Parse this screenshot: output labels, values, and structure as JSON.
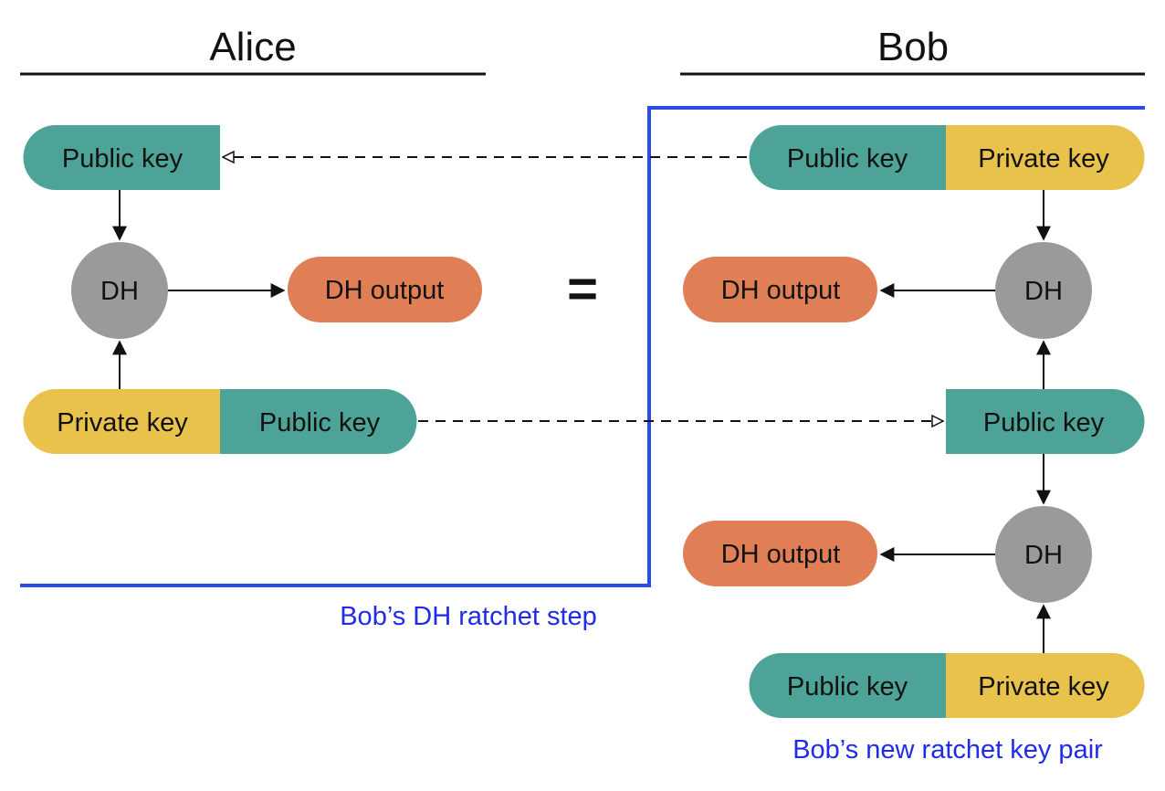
{
  "colors": {
    "public_key": "#4DA398",
    "private_key": "#E8C24B",
    "dh_output": "#E07F55",
    "dh_node": "#9A9A9A",
    "ratchet_border": "#2B4BE8",
    "caption": "#1F2BE6"
  },
  "alice": {
    "title": "Alice",
    "top_public_key": "Public key",
    "dh": "DH",
    "dh_output": "DH output",
    "bottom_private_key": "Private key",
    "bottom_public_key": "Public key"
  },
  "equals": "=",
  "bob": {
    "title": "Bob",
    "top_public_key": "Public key",
    "top_private_key": "Private key",
    "dh_1": "DH",
    "dh_output_1": "DH output",
    "received_public_key": "Public key",
    "dh_2": "DH",
    "dh_output_2": "DH output",
    "new_public_key": "Public key",
    "new_private_key": "Private key"
  },
  "captions": {
    "ratchet_step": "Bob’s DH ratchet step",
    "new_key_pair": "Bob’s new ratchet key pair"
  }
}
